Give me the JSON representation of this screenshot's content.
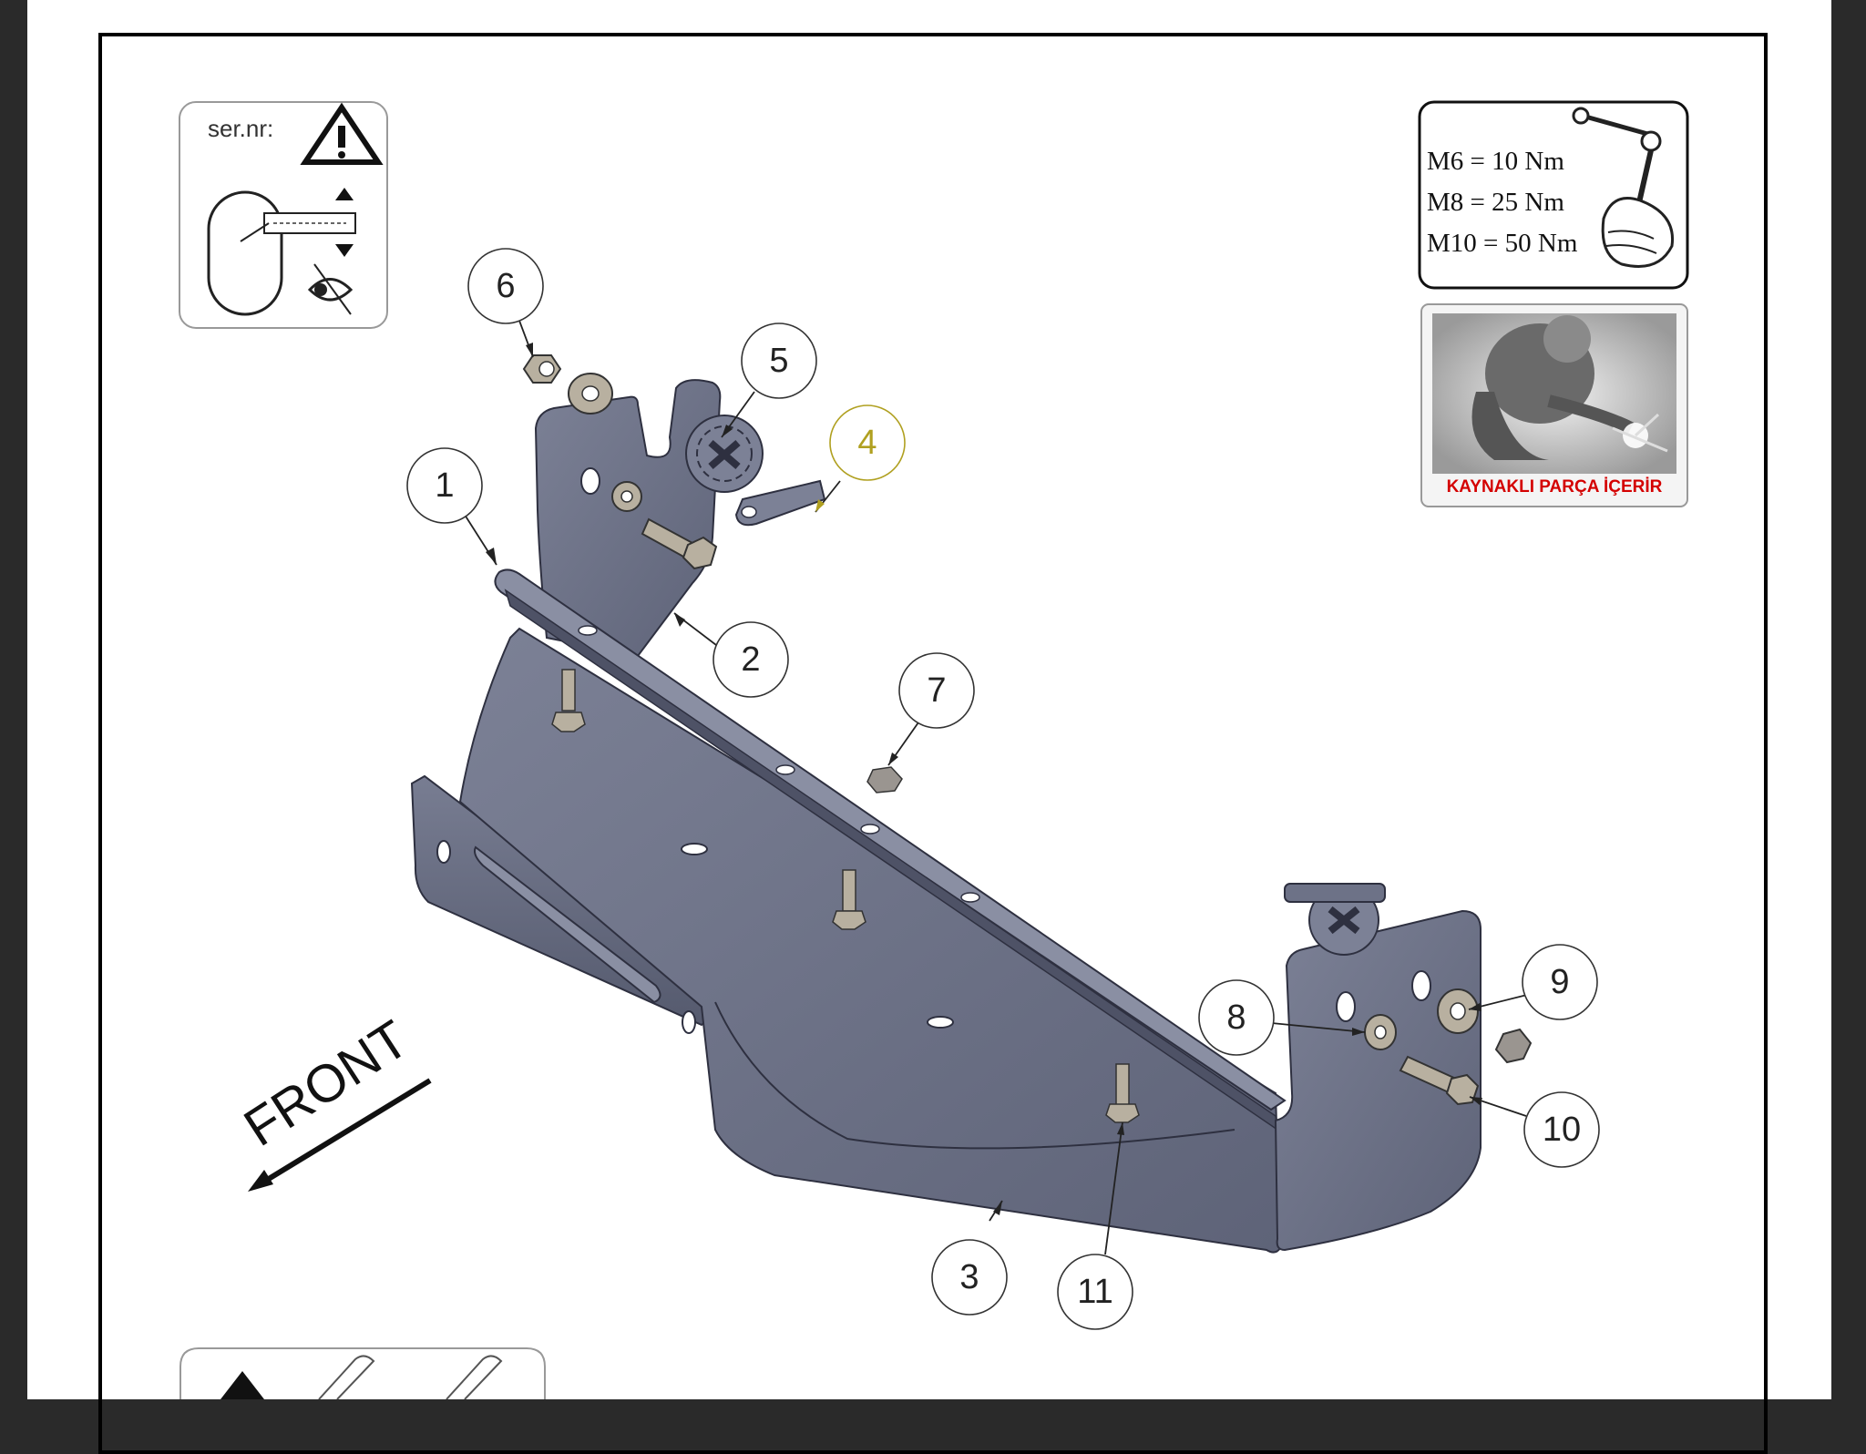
{
  "serial_box": {
    "label": "ser.nr:"
  },
  "torque_box": {
    "lines": [
      "M6 = 10 Nm",
      "M8 = 25 Nm",
      "M10 = 50 Nm"
    ]
  },
  "welding_box": {
    "label": "KAYNAKLI PARÇA İÇERİR",
    "label_color": "#d40000"
  },
  "front_label": "FRONT",
  "callouts": [
    {
      "number": "1"
    },
    {
      "number": "2"
    },
    {
      "number": "3"
    },
    {
      "number": "4",
      "color": "#b0a020"
    },
    {
      "number": "5"
    },
    {
      "number": "6"
    },
    {
      "number": "7"
    },
    {
      "number": "8"
    },
    {
      "number": "9"
    },
    {
      "number": "10"
    },
    {
      "number": "11"
    }
  ],
  "colors": {
    "plate": "#6d7287",
    "plate_dark": "#4e5266",
    "plate_light": "#8a8fa3",
    "hardware": "#b8b0a0"
  }
}
